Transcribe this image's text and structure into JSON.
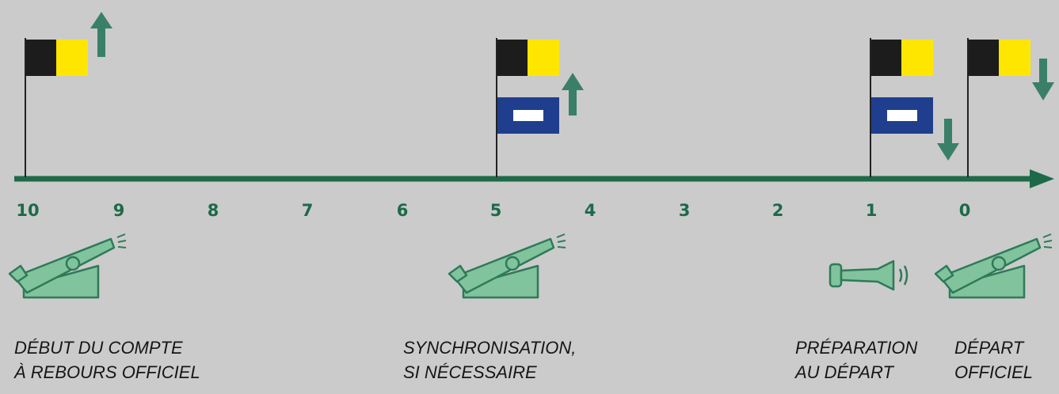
{
  "timeline": {
    "ticks": [
      "10",
      "9",
      "8",
      "7",
      "6",
      "5",
      "4",
      "3",
      "2",
      "1",
      "0"
    ]
  },
  "colors": {
    "background": "#cbcbcb",
    "timeline": "#1d6a48",
    "arrow": "#3a8068",
    "icon_fill": "#80c39c",
    "icon_stroke": "#2f7a58",
    "flag_black": "#1c1c1c",
    "flag_yellow": "#ffe600",
    "flag_blue": "#1f3f8e",
    "flag_white": "#ffffff"
  },
  "signals": [
    {
      "tick": "10",
      "flags": [
        "class-flag"
      ],
      "arrow": "up"
    },
    {
      "tick": "5",
      "flags": [
        "class-flag",
        "preparatory-flag"
      ],
      "arrow": "up"
    },
    {
      "tick": "1",
      "flags": [
        "class-flag",
        "preparatory-flag"
      ],
      "arrow": "down"
    },
    {
      "tick": "0",
      "flags": [
        "class-flag"
      ],
      "arrow": "down"
    }
  ],
  "sound_signals": [
    {
      "tick": "10",
      "icon": "cannon-icon"
    },
    {
      "tick": "5",
      "icon": "cannon-icon"
    },
    {
      "tick": "1",
      "icon": "horn-icon"
    },
    {
      "tick": "0",
      "icon": "cannon-icon"
    }
  ],
  "captions": [
    {
      "lines": [
        "DÉBUT DU COMPTE",
        "À REBOURS OFFICIEL"
      ]
    },
    {
      "lines": [
        "SYNCHRONISATION,",
        "SI NÉCESSAIRE"
      ]
    },
    {
      "lines": [
        "PRÉPARATION",
        "AU DÉPART"
      ]
    },
    {
      "lines": [
        "DÉPART",
        "OFFICIEL"
      ]
    }
  ]
}
